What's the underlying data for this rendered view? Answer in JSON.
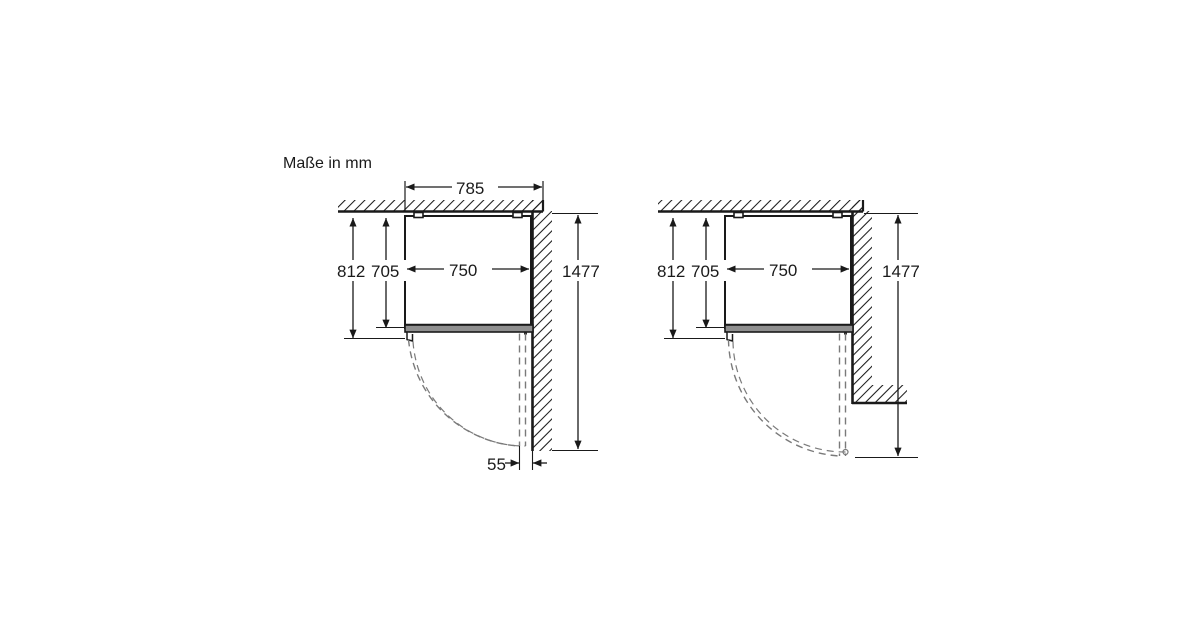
{
  "page": {
    "background_color": "#ffffff",
    "line_color": "#1a1a1a",
    "hatch_color": "#1a1a1a",
    "dashed_color": "#7a7a7a",
    "fill_color": "#ffffff",
    "shade_color": "#9a9a9a"
  },
  "caption": {
    "label": "Maße in mm"
  },
  "diagrams": [
    {
      "id": "left-diagram",
      "name": "installation-niche-left",
      "dimensions": {
        "top_width": "785",
        "inner_width": "750",
        "depth_outer": "812",
        "depth_inner": "705",
        "height_right": "1477",
        "gap_bottom": "55"
      }
    },
    {
      "id": "right-diagram",
      "name": "installation-niche-right",
      "dimensions": {
        "inner_width": "750",
        "depth_outer": "812",
        "depth_inner": "705",
        "height_right": "1477"
      }
    }
  ],
  "icons": {
    "arrow": "dimension-arrow",
    "hatch": "wall-hatch-pattern",
    "door_swing": "door-swing-arc"
  }
}
